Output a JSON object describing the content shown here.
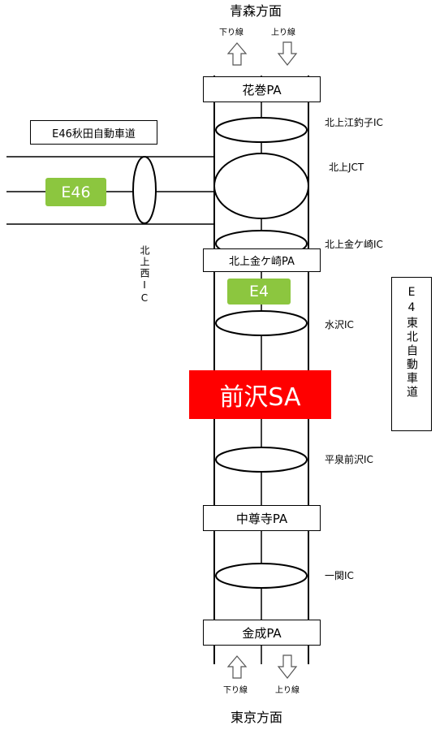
{
  "directions": {
    "north": "青森方面",
    "south": "東京方面"
  },
  "lanes": {
    "down": "下り線",
    "up": "上り線"
  },
  "pa": {
    "hanamaki": "花巻PA",
    "kitakami_kanegasaki": "北上金ケ崎PA",
    "chusonji": "中尊寺PA",
    "kinsei": "金成PA"
  },
  "interchanges": {
    "kitakami_esashi": "北上江釣子IC",
    "kitakami_jct": "北上JCT",
    "kitakami_kanegasaki": "北上金ケ崎IC",
    "mizusawa": "水沢IC",
    "hiraizumi_maesawa": "平泉前沢IC",
    "ichinoseki": "一関IC",
    "kitakami_nishi": "北上西IC"
  },
  "routes": {
    "e46_name": "E46秋田自動車道",
    "e46_badge": "E46",
    "e4_badge": "E4",
    "e4_name": "E4東北自動車道"
  },
  "highlight": {
    "label": "前沢SA"
  },
  "colors": {
    "route_badge": "#8cc63f",
    "highlight": "#ff0000",
    "line": "#000000",
    "arrow_outline": "#555555"
  },
  "icons": {
    "direction_arrow": "hollow-arrow-icon"
  }
}
